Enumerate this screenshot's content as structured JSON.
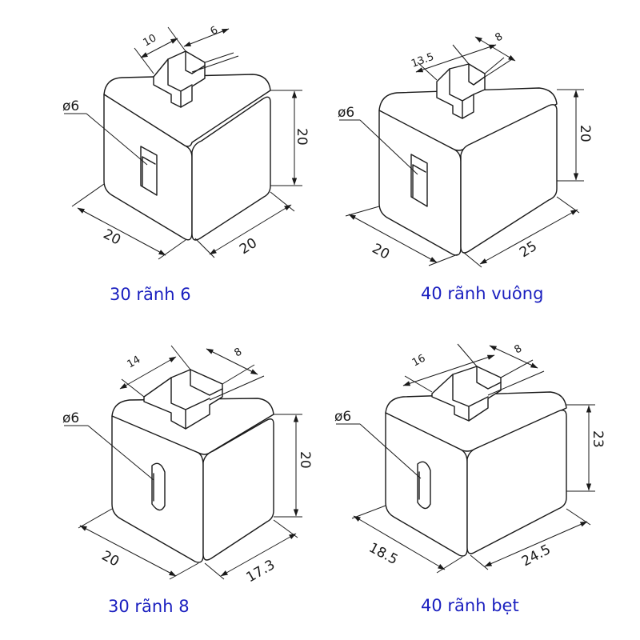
{
  "colors": {
    "line": "#1a1a1a",
    "caption": "#1a1fbf",
    "background": "#ffffff"
  },
  "parts": [
    {
      "caption": "30 rãnh 6",
      "hole_label": "ø6",
      "dims": {
        "tab_width": "10",
        "tab_depth": "6",
        "height": "20",
        "left_side": "20",
        "right_side": "20"
      }
    },
    {
      "caption": "40 rãnh vuông",
      "hole_label": "ø6",
      "dims": {
        "tab_width": "13.5",
        "tab_depth": "8",
        "height": "20",
        "left_side": "20",
        "right_side": "25"
      }
    },
    {
      "caption": "30 rãnh 8",
      "hole_label": "ø6",
      "dims": {
        "tab_width": "14",
        "tab_depth": "8",
        "height": "20",
        "left_side": "20",
        "right_side": "17.3"
      }
    },
    {
      "caption": "40 rãnh bẹt",
      "hole_label": "ø6",
      "dims": {
        "tab_width": "16",
        "tab_depth": "8",
        "height": "23",
        "left_side": "18.5",
        "right_side": "24.5"
      }
    }
  ]
}
